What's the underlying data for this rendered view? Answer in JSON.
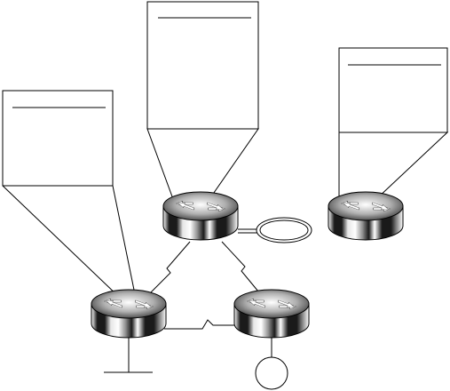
{
  "diagram": {
    "callouts": [
      {
        "id": "callout-top",
        "title": "",
        "lines": []
      },
      {
        "id": "callout-right",
        "title": "",
        "lines": []
      },
      {
        "id": "callout-left",
        "title": "",
        "lines": []
      }
    ],
    "routers": [
      {
        "id": "router-top"
      },
      {
        "id": "router-right"
      },
      {
        "id": "router-bottom-left"
      },
      {
        "id": "router-bottom-right"
      }
    ],
    "networks": [
      {
        "id": "token-ring-network",
        "kind": "ring"
      },
      {
        "id": "ethernet-segment",
        "kind": "bus"
      },
      {
        "id": "fddi-host",
        "kind": "circle"
      }
    ],
    "colors": {
      "router_dark": "#1a1a1a",
      "router_mid": "#8c8c8c",
      "router_light": "#e6e6e6",
      "outline": "#000000",
      "background": "#ffffff"
    }
  }
}
